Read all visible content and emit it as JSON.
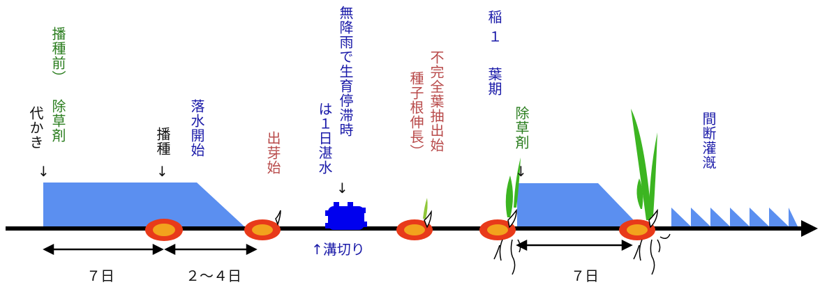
{
  "colors": {
    "water": "#5b8ff0",
    "green_label": "#2a7d1e",
    "blue_label": "#1a1aa8",
    "red_label": "#b84a4a",
    "black_label": "#111111",
    "seed_outer": "#e83a1a",
    "seed_inner": "#f2a31d",
    "flood_dot": "#0000ee",
    "plant": "#3cb521"
  },
  "labels": {
    "herbicide_pre_col1": "播種前）",
    "herbicide_pre_col2": "除草剤",
    "plowing": "代かき",
    "sowing": "播種",
    "drain_start": "落水開始",
    "emergence_start": "出芽始",
    "no_rain_col1": "無降雨で生育停滞時",
    "no_rain_col2": "は１日湛水",
    "groove": "↑溝切り",
    "incomplete_leaf_col1": "不完全葉抽出始",
    "incomplete_leaf_col2": "種子根伸長）",
    "rice_leaf_col1": "稲",
    "rice_leaf_col2": "１",
    "rice_leaf_col3": "葉期",
    "herbicide_post": "除草剤",
    "intermittent": "間断灌漑",
    "arrow": "↓"
  },
  "intervals": {
    "first": "７日",
    "second": "２～４日",
    "third": "７日"
  }
}
